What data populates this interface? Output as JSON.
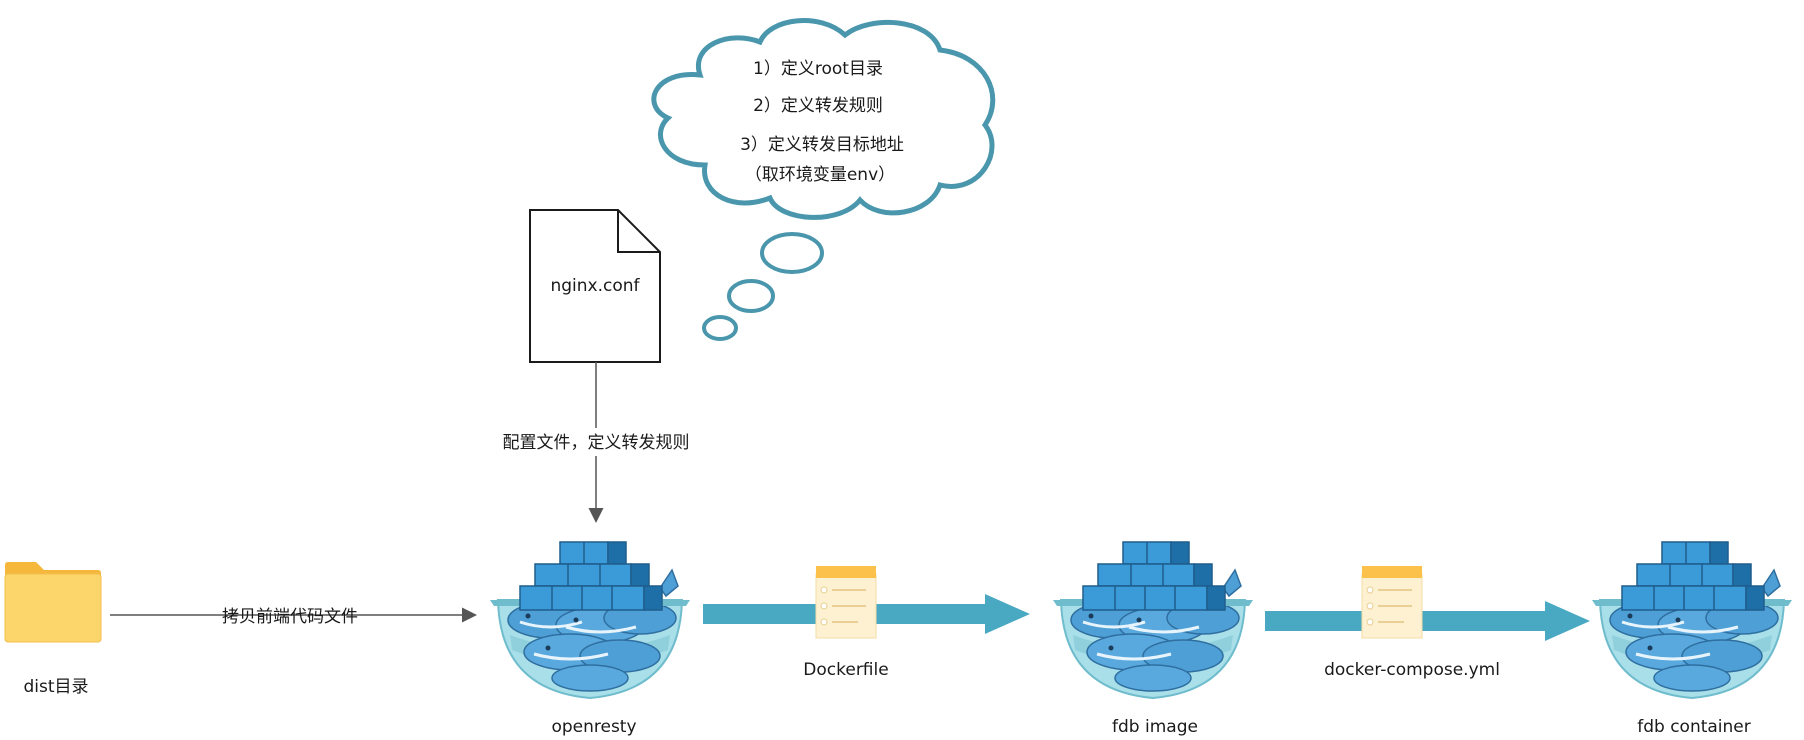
{
  "diagram": {
    "cloud_lines": [
      "1）定义root目录",
      "2）定义转发规则",
      "3）定义转发目标地址",
      "（取环境变量env）"
    ],
    "config_file": {
      "label": "nginx.conf"
    },
    "config_edge_label": "配置文件，定义转发规则",
    "folder": {
      "label": "dist目录"
    },
    "copy_edge_label": "拷贝前端代码文件",
    "nodes": [
      {
        "label": "openresty"
      },
      {
        "label": "fdb image"
      },
      {
        "label": "fdb container"
      }
    ],
    "step_files": [
      {
        "label": "Dockerfile"
      },
      {
        "label": "docker-compose.yml"
      }
    ],
    "colors": {
      "cloud_stroke": "#4a97ad",
      "arrow_fill": "#4aa9c2",
      "folder": "#fcd56b",
      "note_header": "#fcc14b",
      "note_body": "#fdf1d2",
      "whale": "#4d9fd6",
      "bowl": "#8fd0dc",
      "container": "#2e84c4"
    }
  }
}
